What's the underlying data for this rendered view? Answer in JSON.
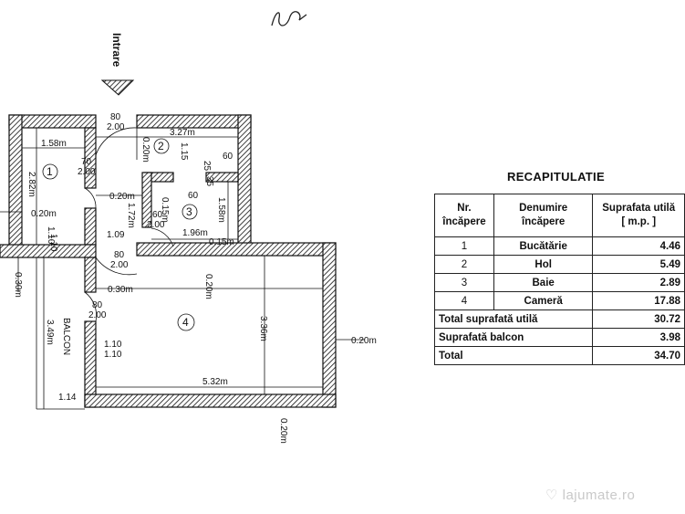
{
  "entrance_label": "Intrare",
  "rooms": {
    "r1": "1",
    "r2": "2",
    "r3": "3",
    "r4": "4"
  },
  "balcony_label": "BALCON",
  "dims": {
    "d_80_top": "80",
    "d_200_top": "2.00",
    "d_158": "1.58m",
    "d_327": "3.27m",
    "d_020_hol": "0.20m",
    "d_115": "1.15",
    "d_25": "25",
    "d_35": "35",
    "d_60_r": "60",
    "d_70": "70",
    "d_200_k": "2.00",
    "d_282": "2.82m",
    "d_020_k": "0.20m",
    "d_020_mid": "0.20m",
    "d_172": "1.72m",
    "d_015v": "0.15m",
    "d_60_b": "60",
    "d_60_b2": "60",
    "d_200_b": "2.00",
    "d_158_b": "1.58m",
    "d_196": "1.96m",
    "d_015": "0.15m",
    "d_110a": "1.10",
    "d_110b": "1.10",
    "d_109": "1.09",
    "d_80_c": "80",
    "d_200_c": "2.00",
    "d_030_l": "0.30m",
    "d_020_4": "0.20m",
    "d_030_b": "0.30m",
    "d_80_bal": "80",
    "d_200_bal": "2.00",
    "d_349": "3.49m",
    "d_336": "3.36m",
    "d_020_r": "0.20m",
    "d_110c": "1.10",
    "d_110d": "1.10",
    "d_532": "5.32m",
    "d_114": "1.14",
    "d_020_bot": "0.20m"
  },
  "recap": {
    "title": "RECAPITULATIE",
    "headers": [
      "Nr.\nîncăpere",
      "Denumire\nîncăpere",
      "Suprafata utilă\n[ m.p. ]"
    ],
    "rows": [
      [
        "1",
        "Bucătărie",
        "4.46"
      ],
      [
        "2",
        "Hol",
        "5.49"
      ],
      [
        "3",
        "Baie",
        "2.89"
      ],
      [
        "4",
        "Cameră",
        "17.88"
      ]
    ],
    "totals": [
      {
        "label": "Total suprafată utilă",
        "value": "30.72"
      },
      {
        "label": "Suprafată balcon",
        "value": "3.98"
      },
      {
        "label": "Total",
        "value": "34.70"
      }
    ]
  },
  "watermark": "lajumate.ro"
}
